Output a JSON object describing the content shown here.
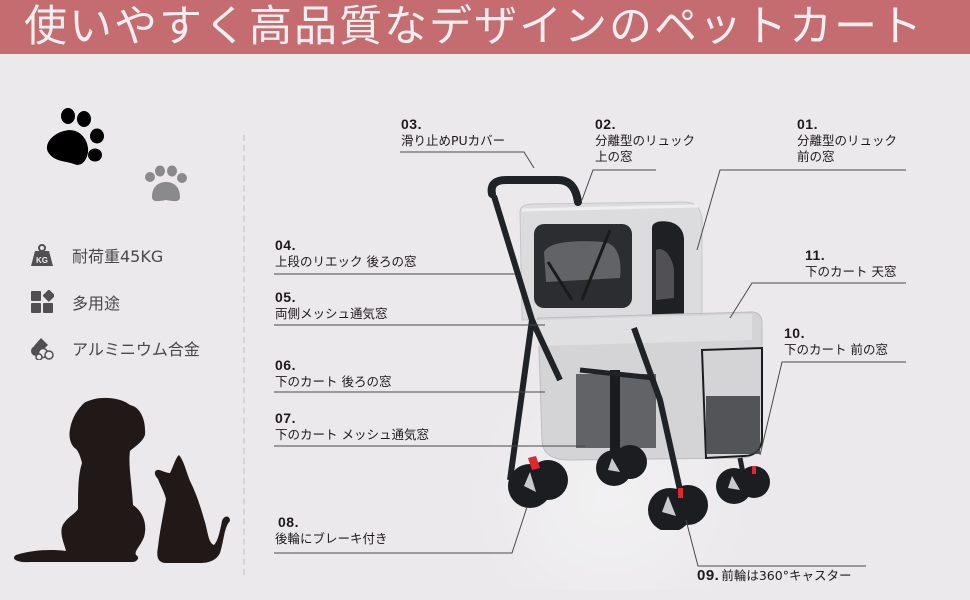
{
  "header": {
    "title": "使いやすく高品質なデザインのペットカート",
    "background_color": "#c46c70"
  },
  "decorations": {
    "paw_large": "paw-print-icon",
    "paw_small": "paw-print-icon",
    "silhouette": "dog-and-cat-silhouette"
  },
  "features": [
    {
      "icon": "kg-weight-icon",
      "label": "耐荷重45KG"
    },
    {
      "icon": "blocks-icon",
      "label": "多用途"
    },
    {
      "icon": "aluminum-pipes-icon",
      "label": "アルミニウム合金"
    }
  ],
  "callouts": [
    {
      "num": "01.",
      "lines": [
        "分離型のリュック",
        "前の窓"
      ]
    },
    {
      "num": "02.",
      "lines": [
        "分離型のリュック",
        "上の窓"
      ]
    },
    {
      "num": "03.",
      "lines": [
        "滑り止めPUカバー"
      ]
    },
    {
      "num": "04.",
      "lines": [
        "上段のリエック 後ろの窓"
      ]
    },
    {
      "num": "05.",
      "lines": [
        "両側メッシュ通気窓"
      ]
    },
    {
      "num": "06.",
      "lines": [
        "下のカート 後ろの窓"
      ]
    },
    {
      "num": "07.",
      "lines": [
        "下のカート メッシュ通気窓"
      ]
    },
    {
      "num": "08.",
      "lines": [
        "後輪にブレーキ付き"
      ]
    },
    {
      "num": "09.",
      "lines": [
        "前輪は360°キャスター"
      ]
    },
    {
      "num": "10.",
      "lines": [
        "下のカート 前の窓"
      ]
    },
    {
      "num": "11.",
      "lines": [
        "下のカート 天窓"
      ]
    }
  ],
  "product": {
    "image": "pet-stroller-two-tier-gray"
  },
  "colors": {
    "background": "#ebe9ec",
    "text": "#1e1a1b",
    "feature_text": "#4a4748",
    "cart_body": "#d9d9db",
    "frame": "#1f2226",
    "brake": "#e0282c"
  }
}
